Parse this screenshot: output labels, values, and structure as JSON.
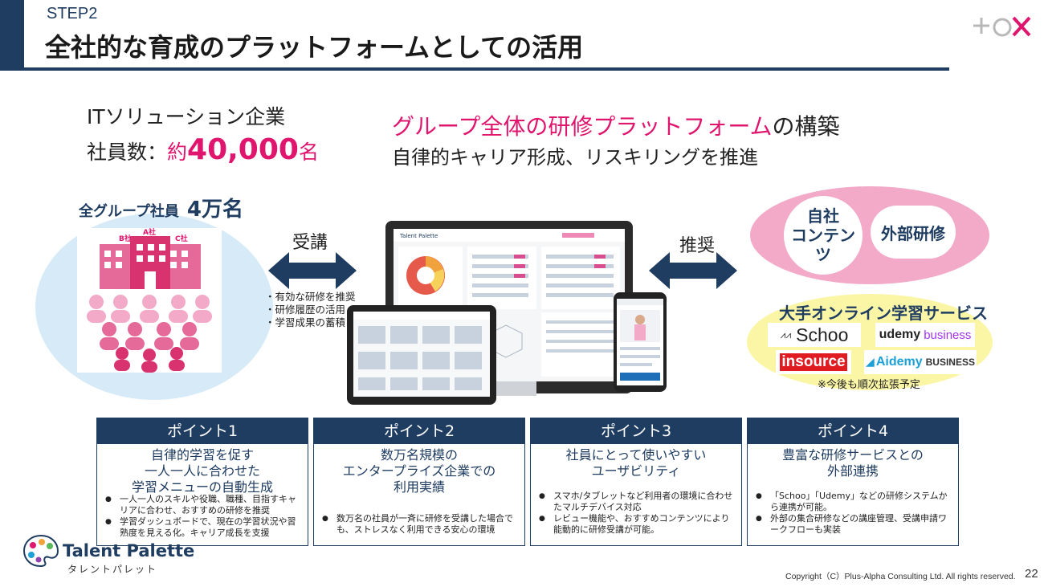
{
  "header": {
    "step": "STEP2",
    "title": "全社的な育成のプラットフォームとしての活用"
  },
  "company": {
    "type": "ITソリューション企業",
    "employees_label": "社員数：",
    "employees_prefix": "約",
    "employees_number": "40,000",
    "employees_unit": "名"
  },
  "headline": {
    "highlight": "グループ全体の研修プラットフォーム",
    "suffix": "の構築",
    "sub": "自律的キャリア形成、リスキリングを推進"
  },
  "group": {
    "label": "全グループ社員",
    "count": "4万名",
    "companies": [
      "B社",
      "A社",
      "C社"
    ]
  },
  "left_arrow": {
    "label": "受講",
    "bullets": [
      "・有効な研修を推奨",
      "・研修履歴の活用",
      "・学習成果の蓄積"
    ]
  },
  "right_arrow": {
    "label": "推奨"
  },
  "providers": {
    "internal": "自社\nコンテンツ",
    "external": "外部研修",
    "online_title": "大手オンライン学習サービス",
    "logos": [
      "Schoo",
      "udemy",
      "business",
      "insource",
      "Aidemy",
      "BUSINESS"
    ],
    "note": "※今後も順次拡張予定"
  },
  "device": {
    "app_name": "Talent Palette"
  },
  "points": [
    {
      "title": "ポイント1",
      "subtitle_lines": [
        "自律的学習を促す",
        "一人一人に合わせた",
        "学習メニューの自動生成"
      ],
      "bullets": [
        "一人一人のスキルや役職、職種、目指すキャリアに合わせ、おすすめの研修を推奨",
        "学習ダッシュボードで、現在の学習状況や習熟度を見える化。キャリア成長を支援"
      ]
    },
    {
      "title": "ポイント2",
      "subtitle_lines": [
        "数万名規模の",
        "エンタープライズ企業での",
        "利用実績"
      ],
      "bullets": [
        "数万名の社員が一斉に研修を受講した場合でも、ストレスなく利用できる安心の環境"
      ]
    },
    {
      "title": "ポイント3",
      "subtitle_lines": [
        "社員にとって使いやすい",
        "ユーザビリティ"
      ],
      "bullets": [
        "スマホ/タブレットなど利用者の環境に合わせたマルチデバイス対応",
        "レビュー機能や、おすすめコンテンツにより能動的に研修受講が可能。"
      ]
    },
    {
      "title": "ポイント4",
      "subtitle_lines": [
        "豊富な研修サービスとの",
        "外部連携"
      ],
      "bullets": [
        "「Schoo」「Udemy」などの研修システムから連携が可能。",
        "外部の集合研修などの講座管理、受講申請ワークフローも実装"
      ]
    }
  ],
  "footer": {
    "brand": "Talent Palette",
    "brand_kana": "タレントパレット",
    "copyright": "Copyright（C）Plus-Alpha  Consulting Ltd. All rights reserved.",
    "page": "22"
  },
  "colors": {
    "navy": "#1f3c61",
    "pink": "#e0156e",
    "light_blue": "#d6ebf7",
    "light_pink": "#f2aac8",
    "yellow": "#fbf6a6"
  }
}
